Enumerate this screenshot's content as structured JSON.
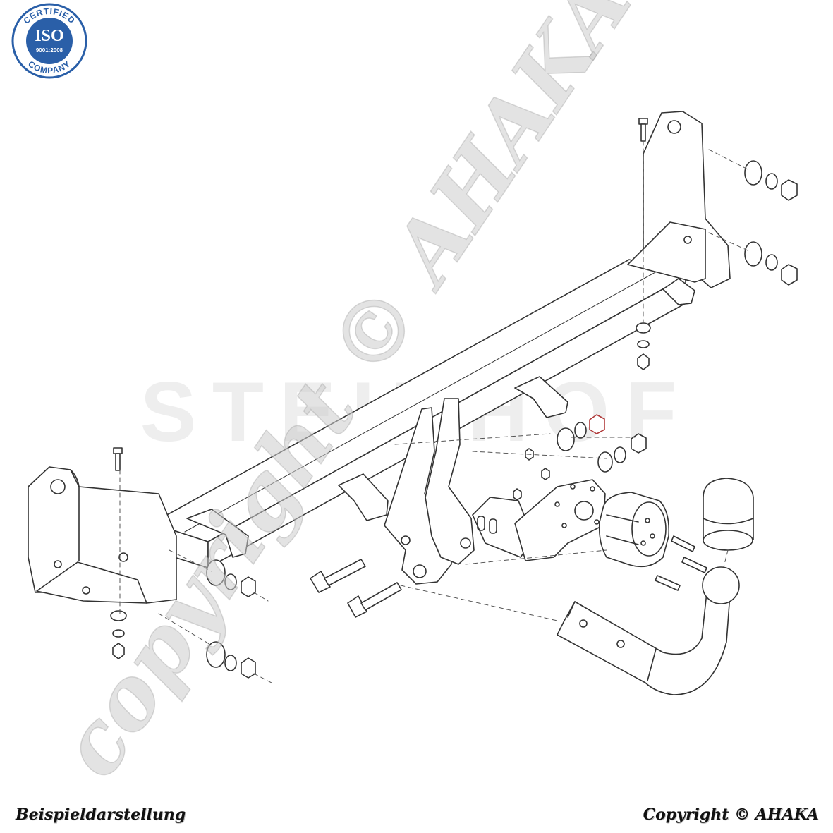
{
  "badge": {
    "top_text": "CERTIFIED",
    "center_text": "ISO",
    "standard": "9001:2008",
    "bottom_text": "COMPANY",
    "color": "#2a5fa8"
  },
  "watermarks": {
    "diagonal": "copyright © AHAKA",
    "horizontal": "STEINHOF"
  },
  "captions": {
    "left": "Beispieldarstellung",
    "right": "Copyright © AHAKA"
  },
  "colors": {
    "line": "#333333",
    "dash": "#555555",
    "highlight_nut": "#b03a3a",
    "watermark": "#cccccc"
  }
}
